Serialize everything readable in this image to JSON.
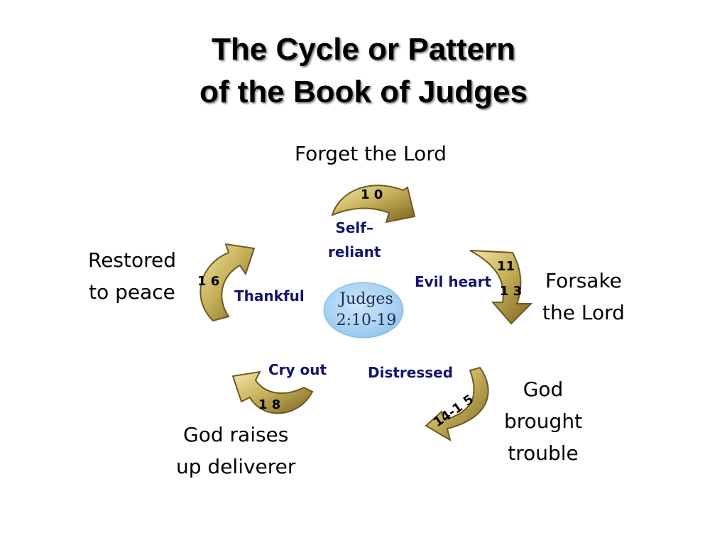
{
  "title": {
    "line1": "The Cycle or Pattern",
    "line2": "of the Book of Judges"
  },
  "center": {
    "line1": "Judges",
    "line2": "2:10-19"
  },
  "stages": {
    "forget": {
      "line1": "Forget the Lord"
    },
    "forsake": {
      "line1": "Forsake",
      "line2": "the Lord"
    },
    "trouble": {
      "line1": "God",
      "line2": "brought",
      "line3": "trouble"
    },
    "deliverer": {
      "line1": "God raises",
      "line2": "up deliverer"
    },
    "restored": {
      "line1": "Restored",
      "line2": "to peace"
    }
  },
  "states": {
    "self_reliant": {
      "line1": "Self–",
      "line2": "reliant"
    },
    "evil_heart": "Evil heart",
    "distressed": "Distressed",
    "cry_out": "Cry out",
    "thankful": "Thankful"
  },
  "arrows": {
    "a1": "1 0",
    "a2_top": "11",
    "a2_bottom": "1 3",
    "a3": "14-1 5",
    "a4": "1 8",
    "a5": "1 6"
  },
  "colors": {
    "arrow_gold": "#c8b25c",
    "arrow_dark": "#6e5a1e",
    "center_fill": "#a9d2f2",
    "state_text": "#12146e"
  }
}
